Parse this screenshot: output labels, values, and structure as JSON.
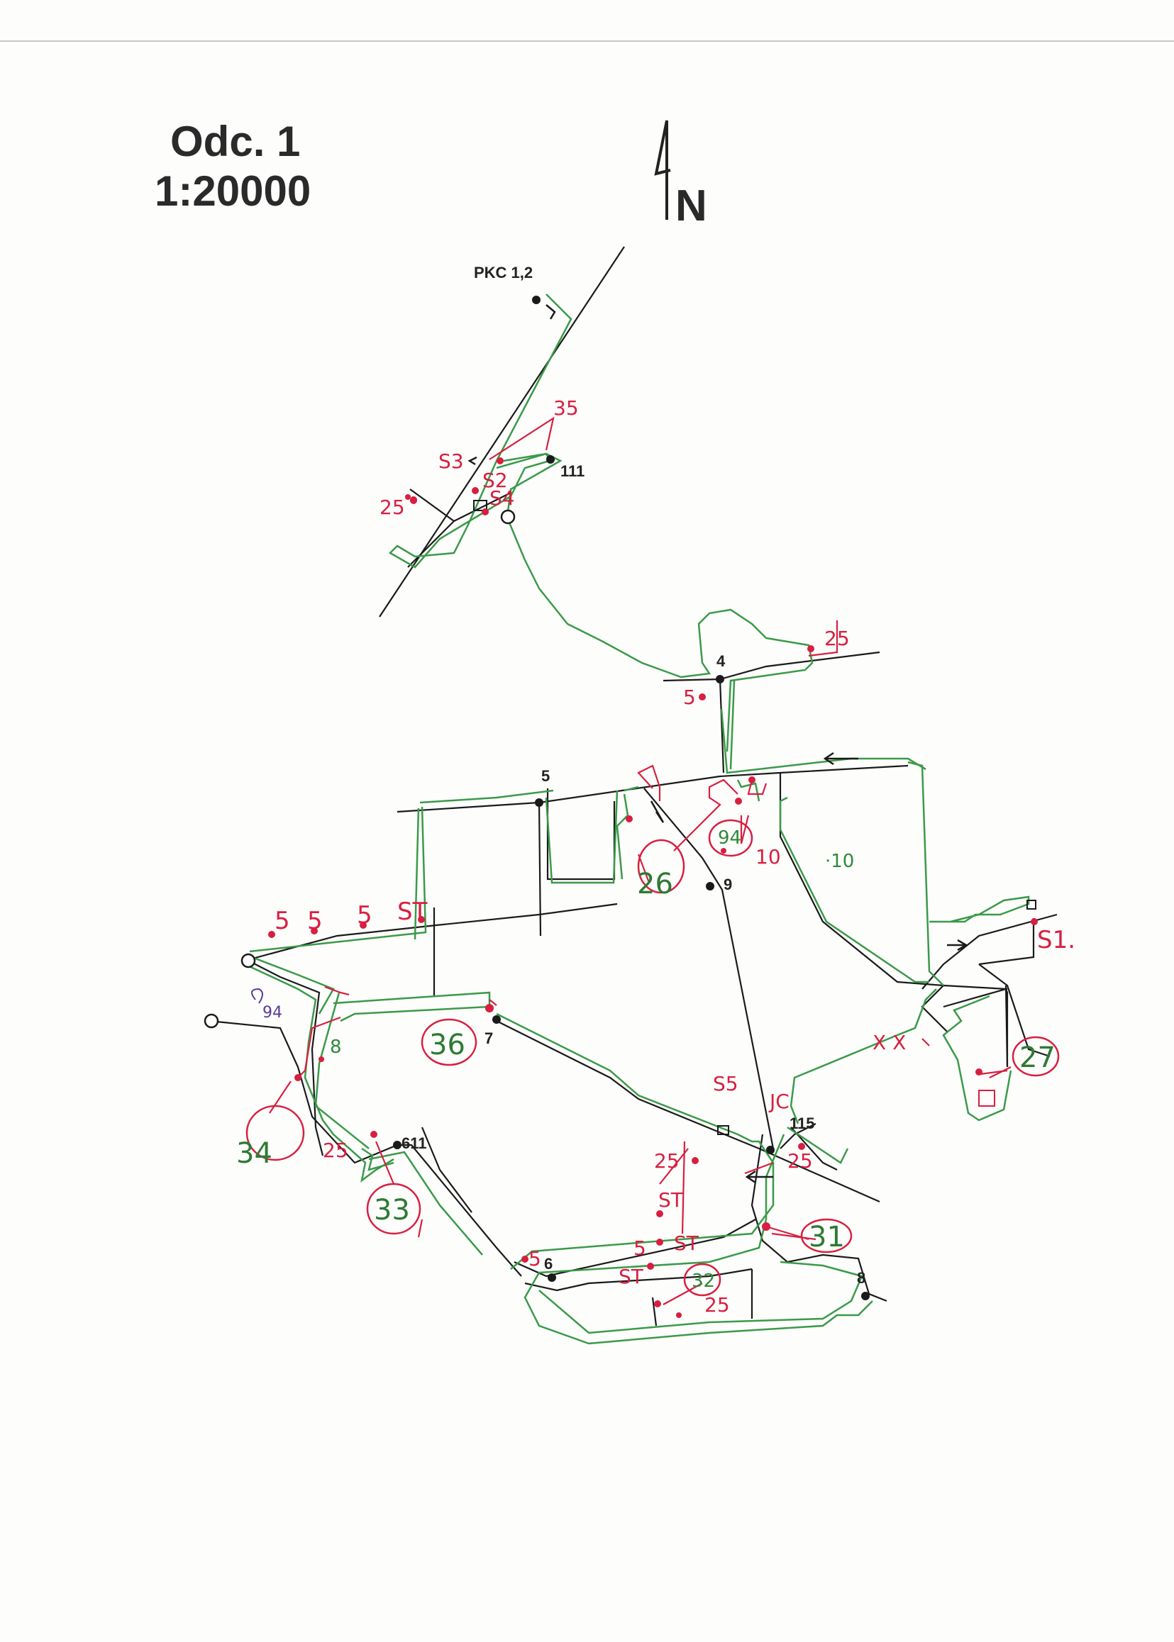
{
  "sheet": {
    "stage_title": "Odc. 1",
    "scale": "1:20000",
    "north": "N"
  },
  "colors": {
    "road": "#1a1a1a",
    "route": "#3a9a48",
    "annotation": "#d81f3f",
    "purple_note": "#5a3a9a"
  },
  "points": {
    "start": "PKC 1,2",
    "p111": "111",
    "p4": "4",
    "p5": "5",
    "p9": "9",
    "p7": "7",
    "p611": "611",
    "p115": "115",
    "p6": "6",
    "p8": "8"
  },
  "red_labels": {
    "s35": "35",
    "s53": "S3",
    "s52": "S2",
    "s54": "S4",
    "r25_top": "25",
    "r25_4": "25",
    "r5_4": "5",
    "r5a": "5",
    "r5b": "5",
    "r5c": "5",
    "st_a": "ST",
    "r10": "10",
    "s51": "S1.",
    "s55": "S5",
    "jc": "JC",
    "r25_611": "25",
    "r25_mid": "25",
    "r25_115": "25",
    "st_b": "ST",
    "st_c": "ST",
    "st_d": "ST",
    "r5_6": "5",
    "r5_st": "5",
    "r25_bottom": "25",
    "xx": "X X"
  },
  "circled": {
    "c26": "26",
    "c94": "94",
    "c36": "36",
    "c34": "34",
    "c33": "33",
    "c31": "31",
    "c32": "32",
    "c27": "27"
  },
  "green_labels": {
    "g10": "·10",
    "g8": "8"
  },
  "purple_labels": {
    "p94": "94"
  }
}
